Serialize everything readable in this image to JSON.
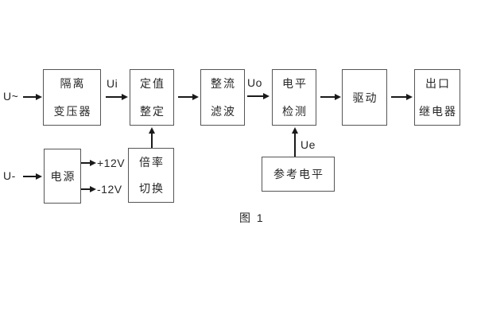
{
  "diagram": {
    "caption": "图 1",
    "inputs": {
      "ac_label": "U~",
      "dc_label": "U-"
    },
    "signal_labels": {
      "ui": "Ui",
      "uo": "Uo",
      "ue": "Ue",
      "plus12v": "+12V",
      "minus12v": "-12V"
    },
    "blocks": [
      {
        "id": "isolation-transformer",
        "lines": [
          "隔离",
          "变压器"
        ]
      },
      {
        "id": "value-setting",
        "lines": [
          "定值",
          "整定"
        ]
      },
      {
        "id": "rectifier-filter",
        "lines": [
          "整流",
          "滤波"
        ]
      },
      {
        "id": "level-detection",
        "lines": [
          "电平",
          "检测"
        ]
      },
      {
        "id": "driver",
        "lines": [
          "驱动"
        ]
      },
      {
        "id": "output-relay",
        "lines": [
          "出口",
          "继电器"
        ]
      },
      {
        "id": "power-supply",
        "lines": [
          "电源"
        ]
      },
      {
        "id": "ratio-switching",
        "lines": [
          "倍率",
          "切换"
        ]
      },
      {
        "id": "reference-level",
        "lines": [
          "参考电平"
        ]
      }
    ],
    "colors": {
      "background": "#ffffff",
      "border": "#555555",
      "text": "#262626",
      "arrow": "#1a1a1a"
    }
  }
}
